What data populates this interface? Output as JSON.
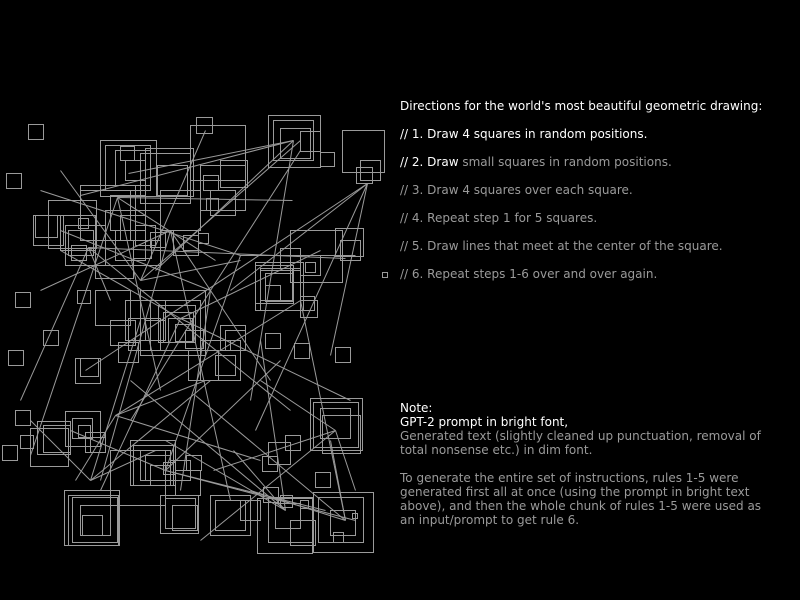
{
  "colors": {
    "background": "#000000",
    "bright_text": "#ffffff",
    "dim_text": "#9a9a9a",
    "stroke": "#9a9a9a"
  },
  "directions": {
    "title": "Directions for the world's most beautiful geometric drawing:",
    "rules": [
      {
        "bright": "// 1. Draw 4 squares in random positions.",
        "dim": ""
      },
      {
        "bright": "// 2. Draw",
        "dim": " small squares in random positions."
      },
      {
        "bright": "",
        "dim": "// 3. Draw 4 squares over each square."
      },
      {
        "bright": "",
        "dim": "// 4. Repeat step 1 for 5 squares."
      },
      {
        "bright": "",
        "dim": "// 5. Draw lines that meet at the center of the square."
      },
      {
        "bright": "",
        "dim": "// 6. Repeat steps 1-6 over and over again."
      }
    ]
  },
  "note": {
    "label": "Note:",
    "bright_line": "GPT-2 prompt in bright font,",
    "dim_line_1": "Generated text (slightly cleaned up punctuation, removal of",
    "dim_line_2": "total nonsense etc.) in dim font.",
    "para_1": "To generate the entire set of instructions, rules 1-5 were",
    "para_2": "generated first all at once (using the prompt in bright text",
    "para_3": "above), and then the whole chunk of rules 1-5 were used as",
    "para_4": "an input/prompt to get rule 6."
  },
  "drawing": {
    "squares": [
      [
        28,
        124,
        15
      ],
      [
        6,
        173,
        15
      ],
      [
        196,
        117,
        16
      ],
      [
        268,
        115,
        52
      ],
      [
        273,
        120,
        40
      ],
      [
        280,
        128,
        30
      ],
      [
        300,
        131,
        20
      ],
      [
        342,
        130,
        42
      ],
      [
        360,
        160,
        20
      ],
      [
        356,
        167,
        16
      ],
      [
        320,
        152,
        14
      ],
      [
        100,
        140,
        56
      ],
      [
        105,
        145,
        45
      ],
      [
        115,
        150,
        35
      ],
      [
        120,
        146,
        14
      ],
      [
        125,
        160,
        20
      ],
      [
        145,
        148,
        48
      ],
      [
        140,
        153,
        50
      ],
      [
        157,
        165,
        30
      ],
      [
        160,
        190,
        40
      ],
      [
        190,
        125,
        55
      ],
      [
        200,
        165,
        45
      ],
      [
        210,
        190,
        25
      ],
      [
        203,
        175,
        15
      ],
      [
        206,
        198,
        12
      ],
      [
        48,
        200,
        48
      ],
      [
        60,
        215,
        35
      ],
      [
        80,
        185,
        55
      ],
      [
        80,
        190,
        50
      ],
      [
        35,
        215,
        22
      ],
      [
        33,
        215,
        30
      ],
      [
        65,
        225,
        40
      ],
      [
        68,
        230,
        25
      ],
      [
        78,
        218,
        10
      ],
      [
        71,
        245,
        15
      ],
      [
        110,
        195,
        35
      ],
      [
        105,
        210,
        55
      ],
      [
        120,
        215,
        25
      ],
      [
        95,
        240,
        38
      ],
      [
        115,
        230,
        30
      ],
      [
        130,
        210,
        30
      ],
      [
        135,
        225,
        20
      ],
      [
        150,
        232,
        15
      ],
      [
        220,
        160,
        27
      ],
      [
        255,
        265,
        38
      ],
      [
        260,
        268,
        32
      ],
      [
        265,
        273,
        28
      ],
      [
        265,
        285,
        15
      ],
      [
        290,
        230,
        52
      ],
      [
        300,
        255,
        20
      ],
      [
        305,
        262,
        10
      ],
      [
        280,
        248,
        20
      ],
      [
        255,
        262,
        48
      ],
      [
        260,
        270,
        40
      ],
      [
        300,
        300,
        17
      ],
      [
        300,
        296,
        14
      ],
      [
        335,
        228,
        28
      ],
      [
        340,
        240,
        20
      ],
      [
        382,
        272,
        5
      ],
      [
        173,
        230,
        25
      ],
      [
        183,
        235,
        15
      ],
      [
        198,
        233,
        10
      ],
      [
        77,
        290,
        13
      ],
      [
        133,
        240,
        18
      ],
      [
        140,
        290,
        65
      ],
      [
        150,
        300,
        50
      ],
      [
        158,
        305,
        37
      ],
      [
        163,
        312,
        30
      ],
      [
        168,
        318,
        24
      ],
      [
        175,
        324,
        17
      ],
      [
        95,
        290,
        35
      ],
      [
        110,
        320,
        25
      ],
      [
        125,
        300,
        40
      ],
      [
        128,
        318,
        32
      ],
      [
        145,
        320,
        20
      ],
      [
        118,
        342,
        20
      ],
      [
        220,
        325,
        25
      ],
      [
        225,
        330,
        20
      ],
      [
        230,
        340,
        10
      ],
      [
        185,
        330,
        18
      ],
      [
        200,
        340,
        40
      ],
      [
        215,
        355,
        20
      ],
      [
        188,
        350,
        30
      ],
      [
        265,
        333,
        15
      ],
      [
        294,
        343,
        15
      ],
      [
        335,
        347,
        15
      ],
      [
        8,
        350,
        15
      ],
      [
        15,
        292,
        15
      ],
      [
        43,
        330,
        15
      ],
      [
        80,
        358,
        18
      ],
      [
        75,
        358,
        25
      ],
      [
        310,
        398,
        52
      ],
      [
        313,
        402,
        45
      ],
      [
        320,
        408,
        30
      ],
      [
        322,
        415,
        38
      ],
      [
        65,
        411,
        35
      ],
      [
        72,
        418,
        20
      ],
      [
        78,
        425,
        12
      ],
      [
        85,
        432,
        20
      ],
      [
        90,
        437,
        15
      ],
      [
        37,
        421,
        33
      ],
      [
        43,
        425,
        27
      ],
      [
        30,
        428,
        38
      ],
      [
        2,
        445,
        15
      ],
      [
        15,
        410,
        15
      ],
      [
        268,
        442,
        22
      ],
      [
        262,
        456,
        15
      ],
      [
        315,
        472,
        15
      ],
      [
        263,
        487,
        15
      ],
      [
        285,
        435,
        15
      ],
      [
        130,
        440,
        45
      ],
      [
        133,
        445,
        40
      ],
      [
        140,
        450,
        30
      ],
      [
        145,
        455,
        25
      ],
      [
        150,
        465,
        20
      ],
      [
        163,
        462,
        12
      ],
      [
        110,
        450,
        55
      ],
      [
        170,
        460,
        20
      ],
      [
        186,
        455,
        15
      ],
      [
        175,
        470,
        25
      ],
      [
        160,
        495,
        38
      ],
      [
        165,
        498,
        30
      ],
      [
        172,
        505,
        25
      ],
      [
        64,
        490,
        55
      ],
      [
        68,
        495,
        50
      ],
      [
        72,
        497,
        45
      ],
      [
        80,
        505,
        30
      ],
      [
        82,
        515,
        20
      ],
      [
        210,
        495,
        40
      ],
      [
        215,
        500,
        30
      ],
      [
        240,
        500,
        20
      ],
      [
        268,
        497,
        45
      ],
      [
        275,
        503,
        25
      ],
      [
        313,
        492,
        60
      ],
      [
        318,
        497,
        45
      ],
      [
        330,
        510,
        25
      ],
      [
        333,
        532,
        10
      ],
      [
        352,
        513,
        5
      ],
      [
        257,
        498,
        55
      ],
      [
        290,
        520,
        25
      ],
      [
        280,
        495,
        12
      ],
      [
        300,
        500,
        8
      ],
      [
        20,
        435,
        13
      ]
    ],
    "lines": [
      [
        293,
        140,
        128,
        173
      ],
      [
        293,
        140,
        155,
        270
      ],
      [
        293,
        140,
        80,
        195
      ],
      [
        293,
        140,
        250,
        400
      ],
      [
        367,
        183,
        230,
        290
      ],
      [
        367,
        183,
        330,
        355
      ],
      [
        367,
        183,
        85,
        370
      ],
      [
        367,
        183,
        255,
        430
      ],
      [
        117,
        197,
        215,
        260
      ],
      [
        117,
        197,
        30,
        455
      ],
      [
        117,
        197,
        160,
        390
      ],
      [
        117,
        197,
        292,
        200
      ],
      [
        88,
        247,
        110,
        300
      ],
      [
        88,
        247,
        345,
        258
      ],
      [
        88,
        247,
        20,
        400
      ],
      [
        88,
        247,
        290,
        410
      ],
      [
        170,
        230,
        100,
        480
      ],
      [
        170,
        230,
        230,
        500
      ],
      [
        170,
        230,
        270,
        380
      ],
      [
        170,
        230,
        40,
        290
      ],
      [
        180,
        318,
        320,
        250
      ],
      [
        180,
        318,
        100,
        490
      ],
      [
        180,
        318,
        350,
        400
      ],
      [
        180,
        318,
        60,
        250
      ],
      [
        335,
        430,
        213,
        470
      ],
      [
        335,
        430,
        260,
        380
      ],
      [
        335,
        430,
        200,
        540
      ],
      [
        335,
        430,
        355,
        490
      ],
      [
        90,
        480,
        155,
        450
      ],
      [
        90,
        480,
        30,
        420
      ],
      [
        90,
        480,
        140,
        320
      ],
      [
        90,
        480,
        210,
        380
      ],
      [
        165,
        470,
        355,
        520
      ],
      [
        165,
        470,
        325,
        510
      ],
      [
        165,
        470,
        70,
        430
      ],
      [
        165,
        470,
        280,
        360
      ],
      [
        285,
        510,
        233,
        450
      ],
      [
        285,
        510,
        260,
        340
      ],
      [
        285,
        510,
        165,
        440
      ],
      [
        285,
        510,
        130,
        380
      ],
      [
        345,
        520,
        195,
        395
      ],
      [
        345,
        520,
        330,
        440
      ],
      [
        345,
        520,
        250,
        490
      ],
      [
        345,
        520,
        300,
        300
      ],
      [
        140,
        280,
        205,
        130
      ],
      [
        140,
        280,
        300,
        140
      ],
      [
        140,
        280,
        240,
        260
      ],
      [
        140,
        280,
        60,
        170
      ],
      [
        210,
        290,
        300,
        150
      ],
      [
        210,
        290,
        180,
        490
      ],
      [
        210,
        290,
        60,
        230
      ],
      [
        210,
        290,
        130,
        420
      ],
      [
        115,
        415,
        300,
        300
      ],
      [
        115,
        415,
        75,
        480
      ],
      [
        115,
        415,
        205,
        380
      ],
      [
        115,
        415,
        260,
        460
      ],
      [
        240,
        255,
        40,
        190
      ],
      [
        240,
        255,
        355,
        255
      ],
      [
        240,
        255,
        165,
        470
      ]
    ]
  }
}
